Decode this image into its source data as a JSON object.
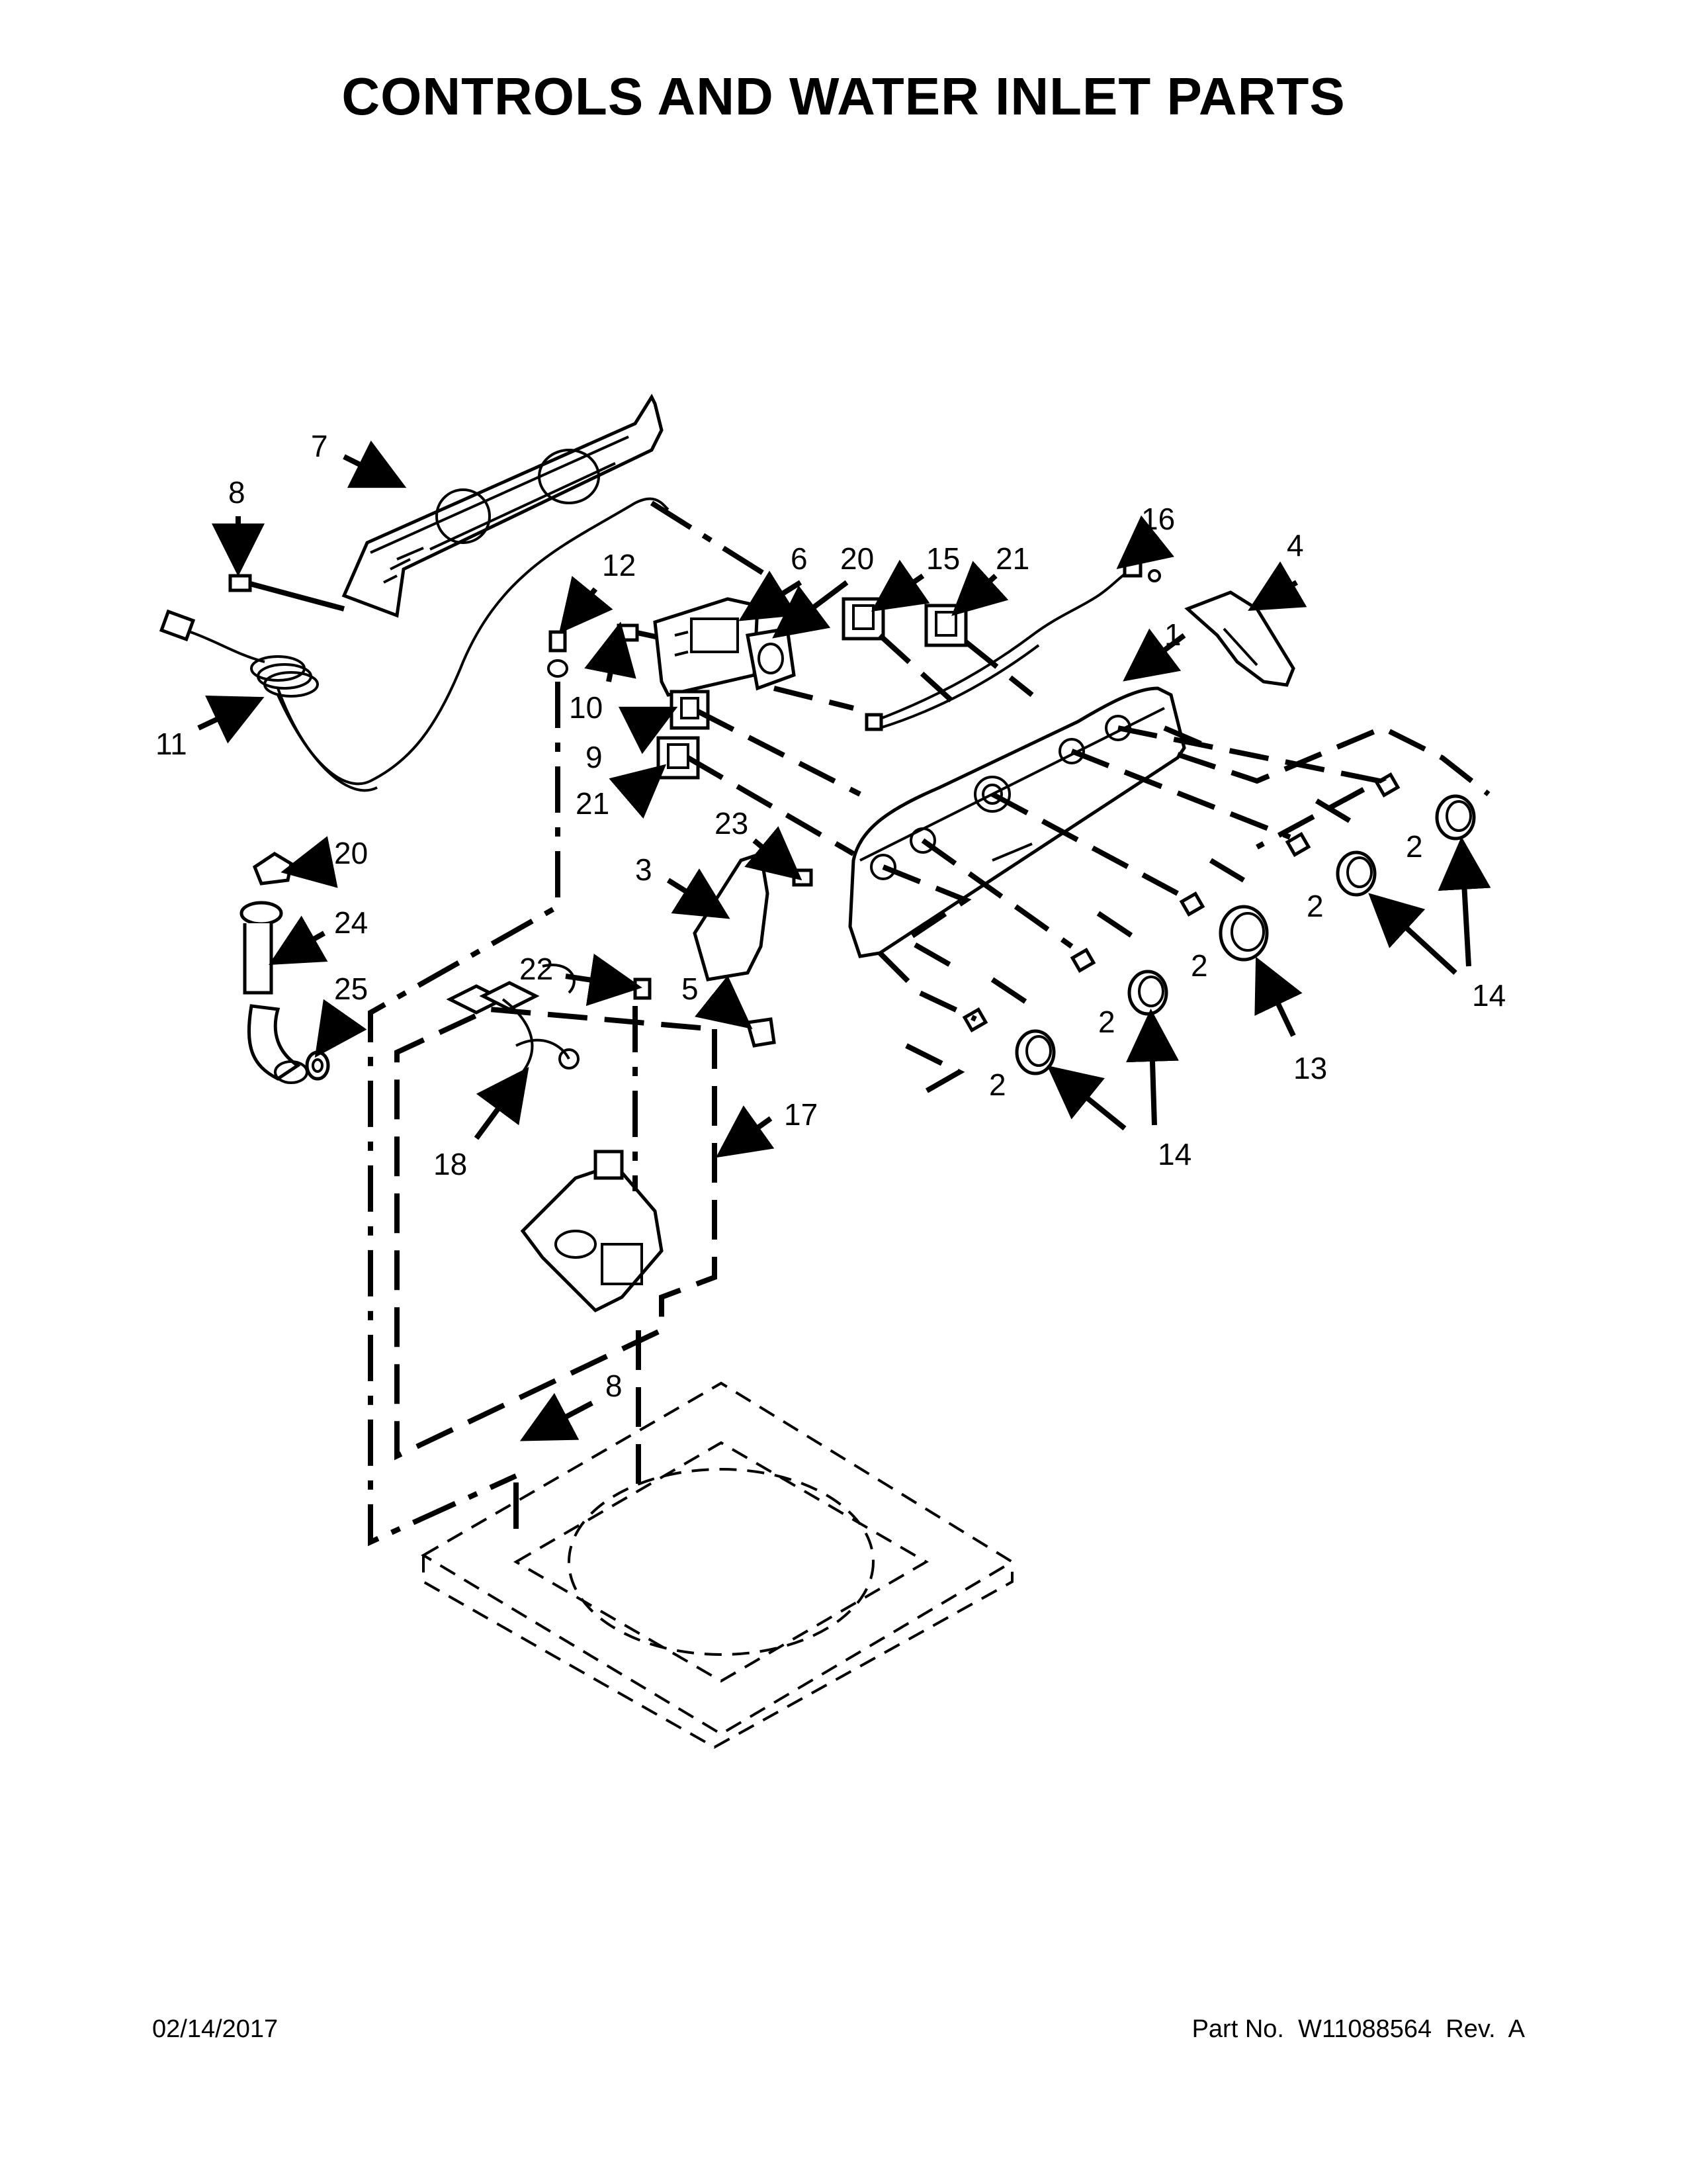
{
  "title": "CONTROLS AND WATER INLET PARTS",
  "footer": {
    "date": "02/14/2017",
    "part_number": "Part No.  W11088564  Rev.  A"
  },
  "callouts": {
    "c1": "1",
    "c2a": "2",
    "c2b": "2",
    "c2c": "2",
    "c2d": "2",
    "c2e": "2",
    "c3": "3",
    "c4": "4",
    "c5": "5",
    "c6": "6",
    "c7": "7",
    "c8a": "8",
    "c8b": "8",
    "c9": "9",
    "c10": "10",
    "c11": "11",
    "c12": "12",
    "c13": "13",
    "c14a": "14",
    "c14b": "14",
    "c15": "15",
    "c16": "16",
    "c17": "17",
    "c18": "18",
    "c20a": "20",
    "c20b": "20",
    "c21a": "21",
    "c21b": "21",
    "c22": "22",
    "c23": "23",
    "c24": "24",
    "c25": "25"
  }
}
